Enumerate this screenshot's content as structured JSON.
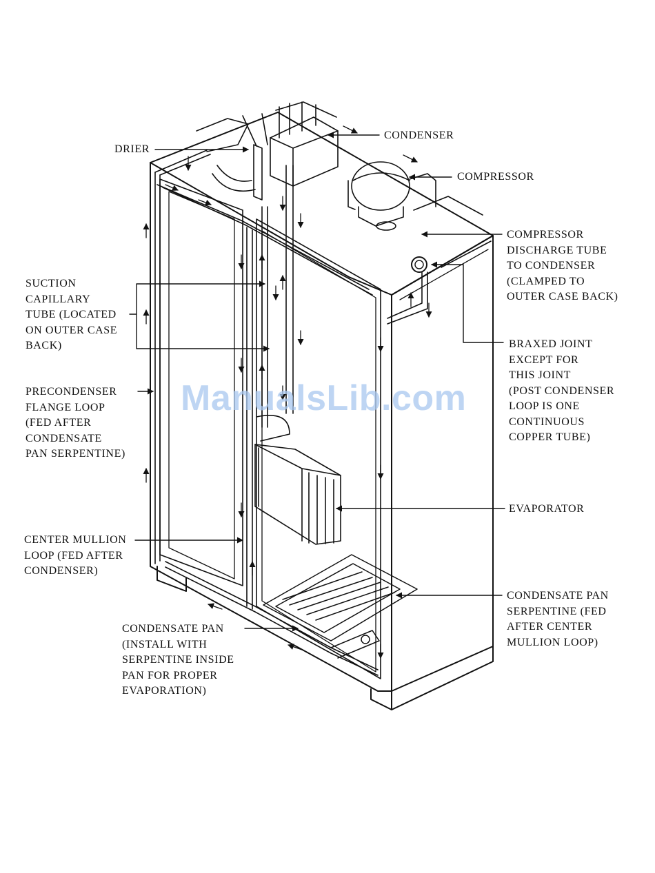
{
  "labels": {
    "condenser": [
      "CONDENSER"
    ],
    "drier": [
      "DRIER"
    ],
    "compressor": [
      "COMPRESSOR"
    ],
    "discharge": [
      "COMPRESSOR",
      "DISCHARGE TUBE",
      "TO CONDENSER",
      "(CLAMPED TO",
      "OUTER CASE BACK)"
    ],
    "suction": [
      "SUCTION",
      "CAPILLARY",
      "TUBE (LOCATED",
      "ON OUTER CASE",
      "BACK)"
    ],
    "braxed": [
      "BRAXED JOINT",
      "EXCEPT FOR",
      "THIS JOINT",
      "(POST CONDENSER",
      "LOOP IS ONE",
      "CONTINUOUS",
      "COPPER TUBE)"
    ],
    "precondenser": [
      "PRECONDENSER",
      "FLANGE LOOP",
      "(FED AFTER",
      "CONDENSATE",
      "PAN SERPENTINE)"
    ],
    "evaporator": [
      "EVAPORATOR"
    ],
    "mullion": [
      "CENTER MULLION",
      "LOOP (FED AFTER",
      "CONDENSER)"
    ],
    "pan_serpentine": [
      "CONDENSATE PAN",
      "SERPENTINE (FED",
      "AFTER CENTER",
      "MULLION LOOP)"
    ],
    "pan": [
      "CONDENSATE PAN",
      "(INSTALL WITH",
      "SERPENTINE INSIDE",
      "PAN FOR PROPER",
      "EVAPORATION)"
    ]
  },
  "watermark": "ManualsLib.com",
  "colors": {
    "ink": "#111111",
    "watermark": "#a9c8ef"
  }
}
